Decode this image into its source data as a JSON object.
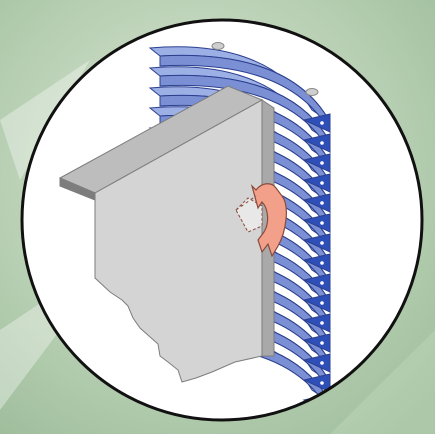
{
  "figure": {
    "kind": "mechanical-assembly-illustration",
    "icons": [
      "curved-fin-stack",
      "bracket-plate",
      "rotate-arrow-icon"
    ],
    "colors": {
      "background_light": "#dde9d6",
      "background_dark": "#9fbe9c",
      "circle_fill": "#ffffff",
      "circle_stroke": "#111111",
      "fin_front": "#7a8fd4",
      "fin_top": "#9db0e6",
      "fin_edge": "#2b3f8f",
      "fin_tab": "#2e4fb8",
      "plate_face": "#d4d4d4",
      "plate_top": "#bdbdbd",
      "plate_edge": "#7d7d7d",
      "arrow_fill": "#f2a089",
      "arrow_stroke": "#8a4a3c"
    },
    "fin_count": 15
  }
}
